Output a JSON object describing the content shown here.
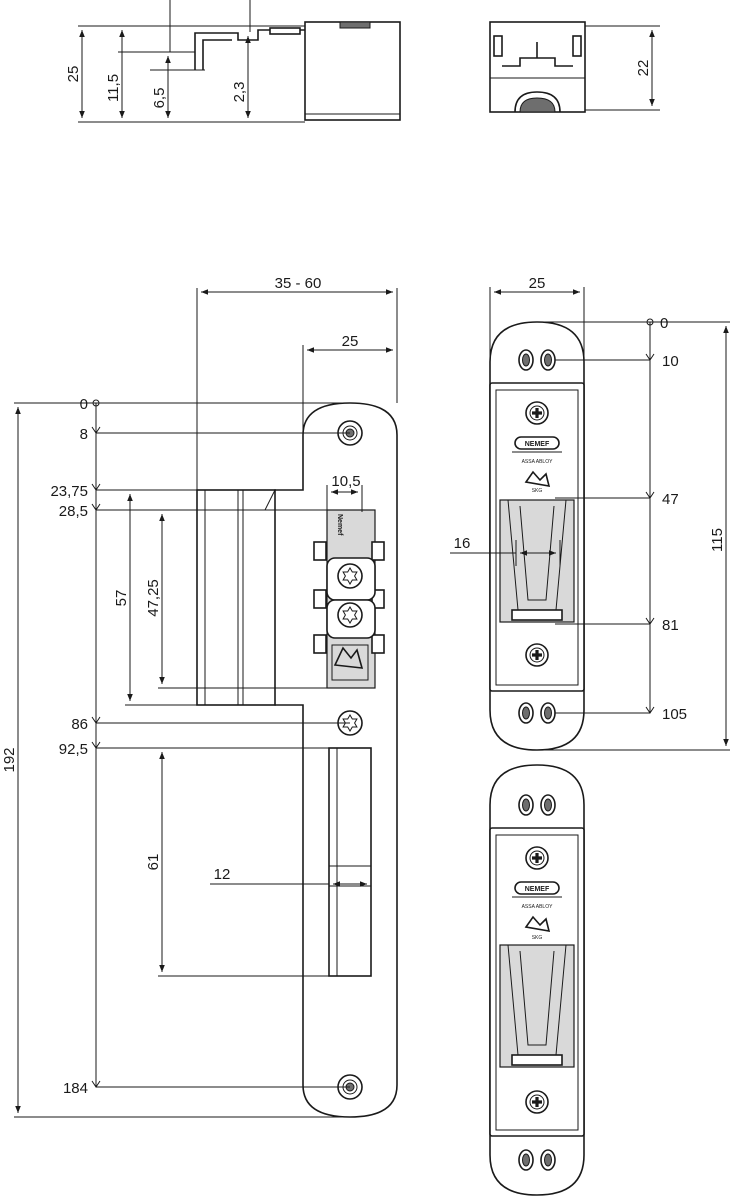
{
  "top_side_view": {
    "dim_25": "25",
    "dim_11_5": "11,5",
    "dim_6_5": "6,5",
    "dim_2_3": "2,3"
  },
  "top_end_view": {
    "dim_22": "22"
  },
  "main_plate": {
    "dim_width": "35 - 60",
    "dim_face": "25",
    "dim_latch_width": "10,5",
    "dim_bolt_width": "12",
    "dim_latch_height": "57",
    "dim_latch_inner": "47,25",
    "dim_bolt_height": "61",
    "dim_total": "192",
    "ticks": [
      "0",
      "8",
      "23,75",
      "28,5",
      "86",
      "92,5",
      "184"
    ],
    "brand": "Nemef"
  },
  "right_plate_top": {
    "dim_width": "25",
    "dim_opening": "16",
    "dim_total": "115",
    "ticks": [
      "0",
      "10",
      "47",
      "81",
      "105"
    ],
    "brand": "NEMEF",
    "subbrand": "ASSA ABLOY",
    "mark": "SKG"
  },
  "right_plate_bottom": {
    "brand": "NEMEF",
    "subbrand": "ASSA ABLOY",
    "mark": "SKG"
  }
}
